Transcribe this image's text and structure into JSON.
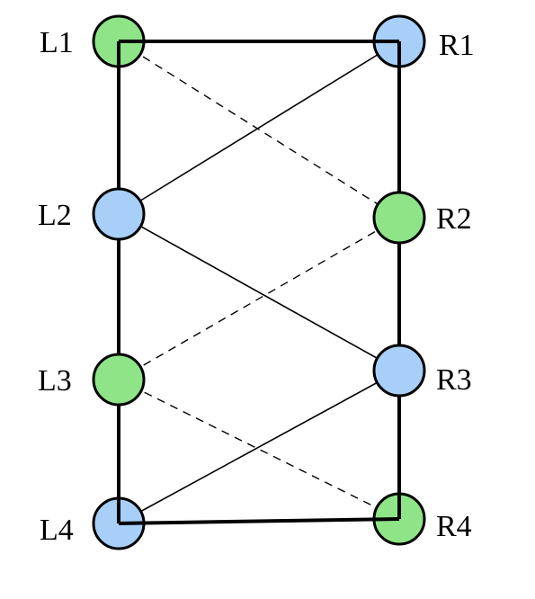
{
  "colors": {
    "green_node": "#8fe487",
    "blue_node": "#a7cff7",
    "stroke": "#000000",
    "background": "#ffffff"
  },
  "nodes": [
    {
      "id": "L1",
      "label": "L1",
      "color": "green"
    },
    {
      "id": "L2",
      "label": "L2",
      "color": "blue"
    },
    {
      "id": "L3",
      "label": "L3",
      "color": "green"
    },
    {
      "id": "L4",
      "label": "L4",
      "color": "blue"
    },
    {
      "id": "R1",
      "label": "R1",
      "color": "blue"
    },
    {
      "id": "R2",
      "label": "R2",
      "color": "green"
    },
    {
      "id": "R3",
      "label": "R3",
      "color": "blue"
    },
    {
      "id": "R4",
      "label": "R4",
      "color": "green"
    }
  ],
  "edges": [
    {
      "from": "L1",
      "to": "R1",
      "style": "thick"
    },
    {
      "from": "L4",
      "to": "R4",
      "style": "thick"
    },
    {
      "from": "L1",
      "to": "L4",
      "style": "thick"
    },
    {
      "from": "R1",
      "to": "R4",
      "style": "thick"
    },
    {
      "from": "L2",
      "to": "R1",
      "style": "solid"
    },
    {
      "from": "L2",
      "to": "R3",
      "style": "solid"
    },
    {
      "from": "L4",
      "to": "R3",
      "style": "solid"
    },
    {
      "from": "L1",
      "to": "R2",
      "style": "dashed"
    },
    {
      "from": "L3",
      "to": "R2",
      "style": "dashed"
    },
    {
      "from": "L3",
      "to": "R4",
      "style": "dashed"
    }
  ]
}
